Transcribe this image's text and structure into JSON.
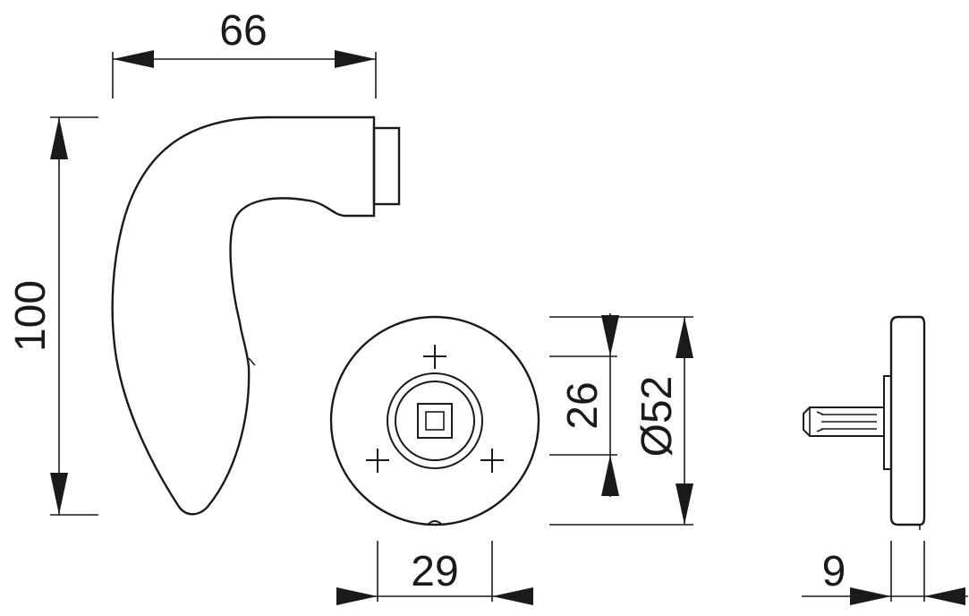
{
  "dimensions": {
    "lever_width": "66",
    "lever_height": "100",
    "hole_spacing": "26",
    "rose_diameter": "Ø52",
    "spindle_spacing": "29",
    "rose_thickness": "9"
  }
}
